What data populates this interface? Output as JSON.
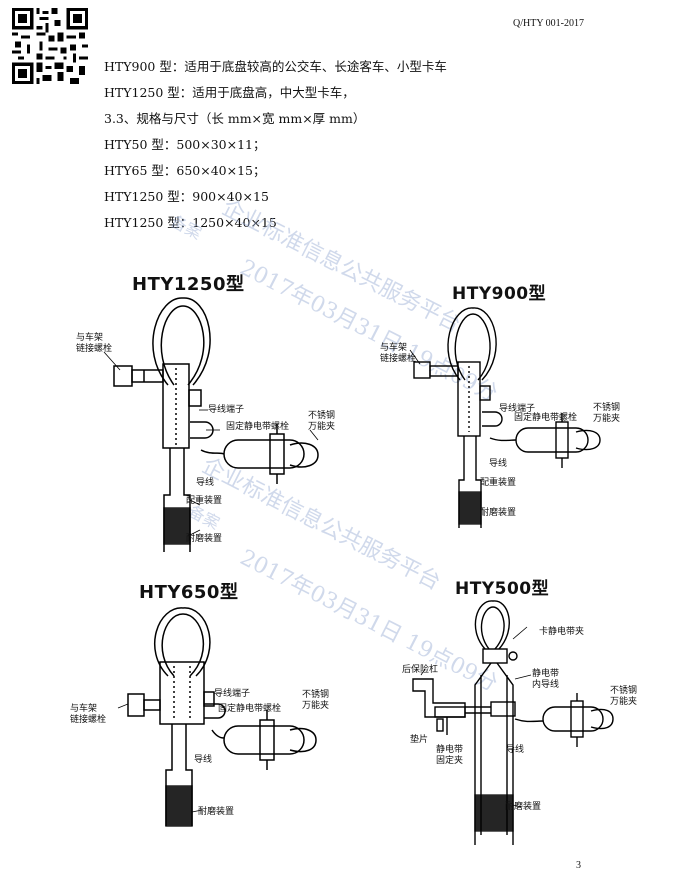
{
  "header": {
    "doc_code": "Q/HTY 001-2017"
  },
  "body": {
    "lines": [
      "HTY900 型：适用于底盘较高的公交车、长途客车、小型卡车",
      "HTY1250 型：适用于底盘高，中大型卡车，",
      "3.3、规格与尺寸（长 mm×宽 mm×厚 mm）",
      "HTY50 型：500×30×11；",
      "HTY65 型：650×40×15；",
      "HTY1250 型：900×40×15",
      "HTY1250 型：1250×40×15"
    ]
  },
  "diagrams": {
    "d1": {
      "title": "HTY1250型",
      "labels": {
        "frame_bolt": "与车架\n链接螺栓",
        "terminal": "导线端子",
        "fix_bolt": "固定静电带螺栓",
        "clamp": "不锈钢\n万能夹",
        "wire": "导线",
        "counterweight": "配重装置",
        "wear": "耐磨装置"
      }
    },
    "d2": {
      "title": "HTY900型",
      "labels": {
        "frame_bolt": "与车架\n链接螺栓",
        "terminal": "导线端子",
        "fix_bolt": "固定静电带螺栓",
        "clamp": "不锈钢\n万能夹",
        "wire": "导线",
        "counterweight": "配重装置",
        "wear": "耐磨装置"
      }
    },
    "d3": {
      "title": "HTY650型",
      "labels": {
        "frame_bolt": "与车架\n链接螺栓",
        "terminal": "导线端子",
        "fix_bolt": "固定静电带螺栓",
        "clamp": "不锈钢\n万能夹",
        "wire": "导线",
        "wear": "耐磨装置"
      }
    },
    "d4": {
      "title": "HTY500型",
      "labels": {
        "strap_clip": "卡静电带夹",
        "bumper": "后保险杠",
        "inner_wire": "静电带\n内导线",
        "clamp": "不锈钢\n万能夹",
        "pad": "垫片",
        "strap_clamp": "静电带\n固定夹",
        "wire": "导线",
        "wear": "耐磨装置"
      }
    }
  },
  "watermark": {
    "line1": "企业标准信息公共服务平台",
    "line2": "2017年03月31日 19点09分",
    "line3": "备案"
  },
  "footer": {
    "page_number": "3"
  }
}
